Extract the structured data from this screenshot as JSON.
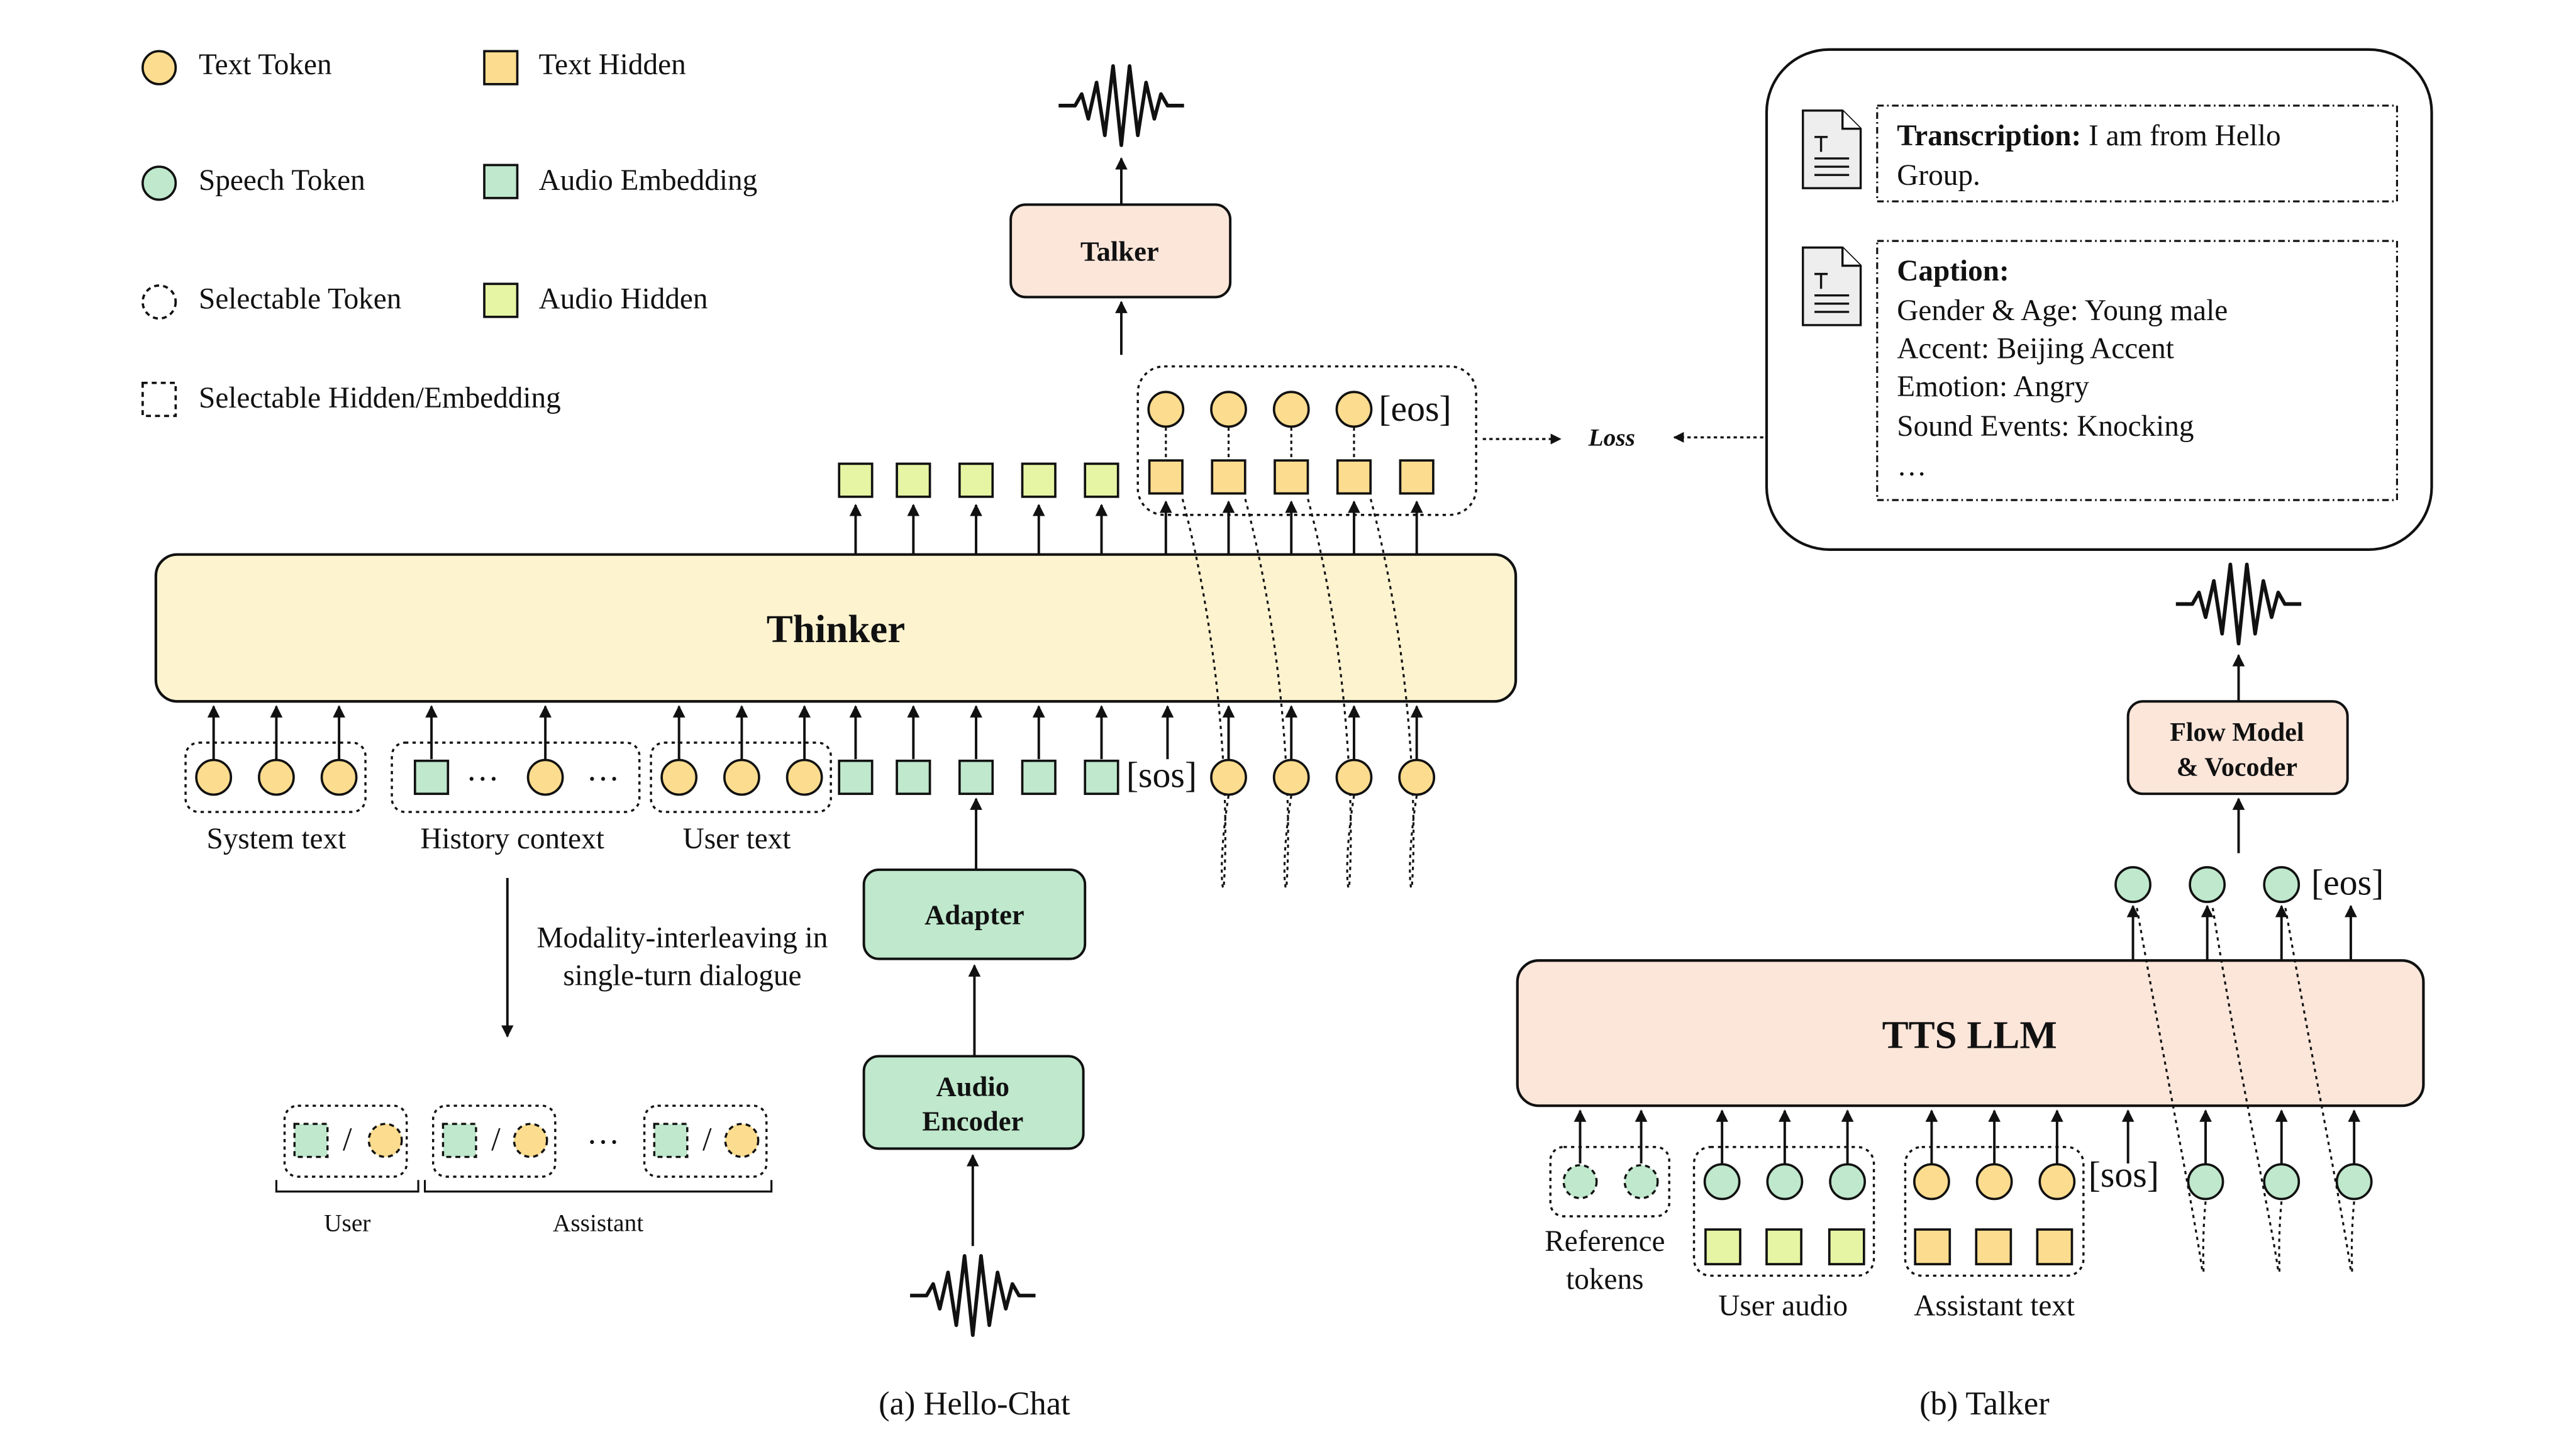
{
  "legend": {
    "text_token": "Text Token",
    "text_hidden": "Text Hidden",
    "speech_token": "Speech Token",
    "audio_embedding": "Audio Embedding",
    "selectable_token": "Selectable Token",
    "audio_hidden": "Audio Hidden",
    "selectable_hidden": "Selectable Hidden/Embedding"
  },
  "hello_chat": {
    "thinker_label": "Thinker",
    "talker_label": "Talker",
    "adapter_label": "Adapter",
    "audio_encoder_line1": "Audio",
    "audio_encoder_line2": "Encoder",
    "eos": "[eos]",
    "sos": "[sos]",
    "loss": "Loss",
    "ellipsis": "…",
    "system_text": "System text",
    "history_context": "History context",
    "user_text": "User text",
    "interleave_line1": "Modality-interleaving in",
    "interleave_line2": "single-turn dialogue",
    "slash": "/",
    "user": "User",
    "assistant": "Assistant",
    "caption": "(a) Hello-Chat"
  },
  "talker": {
    "transcription_key": "Transcription:",
    "transcription_value": " I am from Hello",
    "transcription_cont": "Group.",
    "caption_key": "Caption:",
    "caption_lines": [
      "Gender & Age: Young male",
      "Accent: Beijing Accent",
      "Emotion: Angry",
      "Sound Events: Knocking",
      "…"
    ],
    "flow_line1": "Flow Model",
    "flow_line2": "& Vocoder",
    "eos": "[eos]",
    "tts_label": "TTS LLM",
    "sos": "[sos]",
    "reference_line1": "Reference",
    "reference_line2": "tokens",
    "user_audio": "User audio",
    "assistant_text": "Assistant text",
    "caption": "(b) Talker"
  },
  "colors": {
    "text_token": "#FCDC8E",
    "text_hidden": "#FCDC8E",
    "speech_token": "#BFE8CC",
    "audio_embedding": "#BFE8CC",
    "audio_hidden": "#E5F5A3",
    "thinker_fill": "#FEF3CF",
    "talker_fill": "#FCE6DA",
    "module_green": "#BFE8CC"
  }
}
